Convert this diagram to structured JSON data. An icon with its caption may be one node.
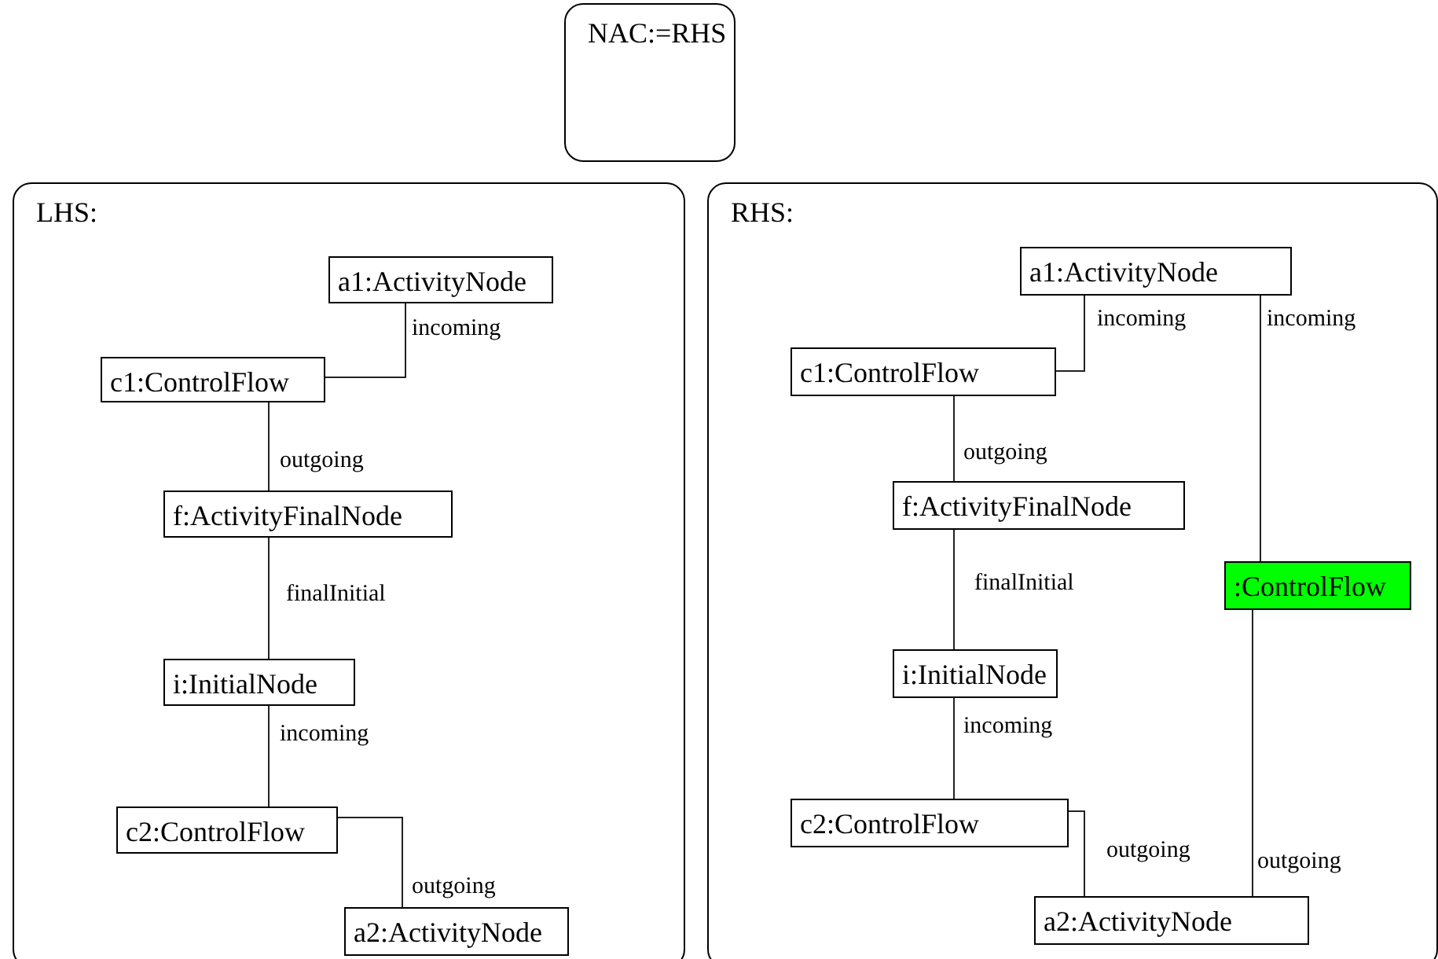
{
  "diagram": {
    "nodes": [
      {
        "text": [
          "NAC:=RHS"
        ]
      },
      {
        "text": [
          "LHS:"
        ]
      },
      {
        "text": [
          "a1:ActivityNode"
        ],
        "in": 1
      },
      {
        "text": [
          "c1:ControlFlow"
        ],
        "in": 1
      },
      {
        "text": [
          "f:ActivityFinalNode"
        ],
        "in": 1
      },
      {
        "text": [
          "i:InitialNode"
        ],
        "in": 1
      },
      {
        "text": [
          "c2:ControlFlow"
        ],
        "in": 1
      },
      {
        "text": [
          "a2:ActivityNode"
        ],
        "in": 1
      },
      {
        "text": [
          "RHS:"
        ]
      },
      {
        "text": [
          "a1:ActivityNode"
        ],
        "in": 8
      },
      {
        "text": [
          "c1:ControlFlow"
        ],
        "in": 8
      },
      {
        "text": [
          "f:ActivityFinalNode"
        ],
        "in": 8
      },
      {
        "text": [
          ":ControlFlow"
        ],
        "in": 8
      },
      {
        "text": [
          "i:InitialNode"
        ],
        "in": 8
      },
      {
        "text": [
          "c2:ControlFlow"
        ],
        "in": 8
      },
      {
        "text": [
          "a2:ActivityNode"
        ],
        "in": 8
      }
    ],
    "edges": [
      {
        "from": 2,
        "to": 3,
        "arrow": "none",
        "label": "incoming"
      },
      {
        "from": 3,
        "to": 4,
        "arrow": "none",
        "label": "outgoing"
      },
      {
        "from": 4,
        "to": 5,
        "arrow": "none",
        "label": "finalInitial"
      },
      {
        "from": 5,
        "to": 6,
        "arrow": "none",
        "label": "incoming"
      },
      {
        "from": 6,
        "to": 7,
        "arrow": "none",
        "label": "outgoing"
      },
      {
        "from": 9,
        "to": 10,
        "arrow": "none",
        "label": "incoming"
      },
      {
        "from": 9,
        "to": 12,
        "arrow": "none",
        "label": "incoming"
      },
      {
        "from": 10,
        "to": 11,
        "arrow": "none",
        "label": "outgoing"
      },
      {
        "from": 11,
        "to": 13,
        "arrow": "none",
        "label": "finalInitial"
      },
      {
        "from": 13,
        "to": 14,
        "arrow": "none",
        "label": "incoming"
      },
      {
        "from": 14,
        "to": 15,
        "arrow": "none",
        "label": "outgoing"
      },
      {
        "from": 12,
        "to": 15,
        "arrow": "none",
        "label": "outgoing"
      }
    ]
  }
}
